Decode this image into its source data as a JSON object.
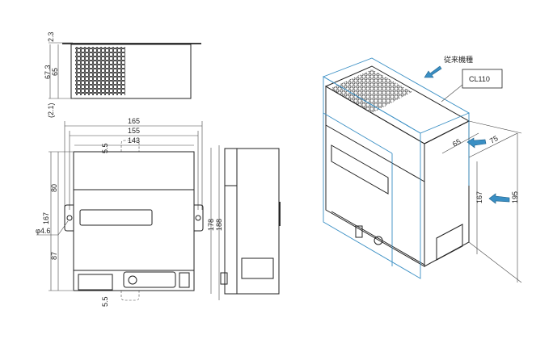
{
  "top_view": {
    "dim_plate": "2.3",
    "dim_total": "67.3",
    "dim_body": "65",
    "dim_bottom": "(2.1)"
  },
  "front_view": {
    "width_overall": "165",
    "width_holes": "155",
    "width_body": "143",
    "dim_top_offset": "5.5",
    "dim_bottom_offset": "5.5",
    "height_upper": "80",
    "height_lower": "87",
    "height_holes": "167",
    "hole_diameter": "φ4.6",
    "height_body": "178",
    "height_overall": "188"
  },
  "iso_view": {
    "legacy_label": "従来機種",
    "model_label": "CL110",
    "depth_new": "65",
    "depth_old": "75",
    "height_new": "167",
    "height_old": "195",
    "accent_color": "#3a8fc4"
  }
}
